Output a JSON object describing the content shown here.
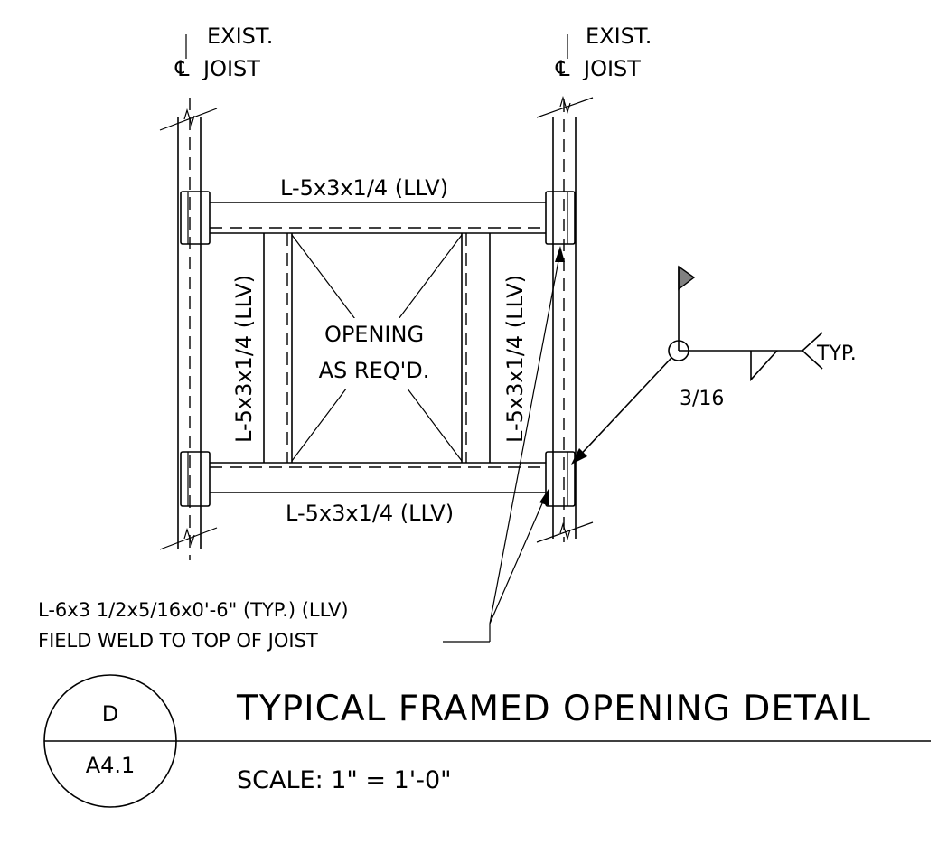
{
  "joist_labels": {
    "left": {
      "line1": "EXIST.",
      "line2": "JOIST"
    },
    "right": {
      "line1": "EXIST.",
      "line2": "JOIST"
    },
    "centerline_symbol": "℄"
  },
  "members": {
    "top": "L-5x3x1/4 (LLV)",
    "bottom": "L-5x3x1/4 (LLV)",
    "left": "L-5x3x1/4 (LLV)",
    "right": "L-5x3x1/4 (LLV)"
  },
  "opening": {
    "line1": "OPENING",
    "line2": "AS REQ'D."
  },
  "weld_symbol": {
    "size": "3/16",
    "tail_note": "TYP."
  },
  "note": {
    "line1": "L-6x3 1/2x5/16x0'-6\" (TYP.) (LLV)",
    "line2": "FIELD WELD TO TOP OF JOIST"
  },
  "detail_tag": {
    "letter": "D",
    "sheet": "A4.1",
    "title": "TYPICAL FRAMED OPENING DETAIL",
    "scale": "SCALE: 1\" = 1'-0\""
  }
}
